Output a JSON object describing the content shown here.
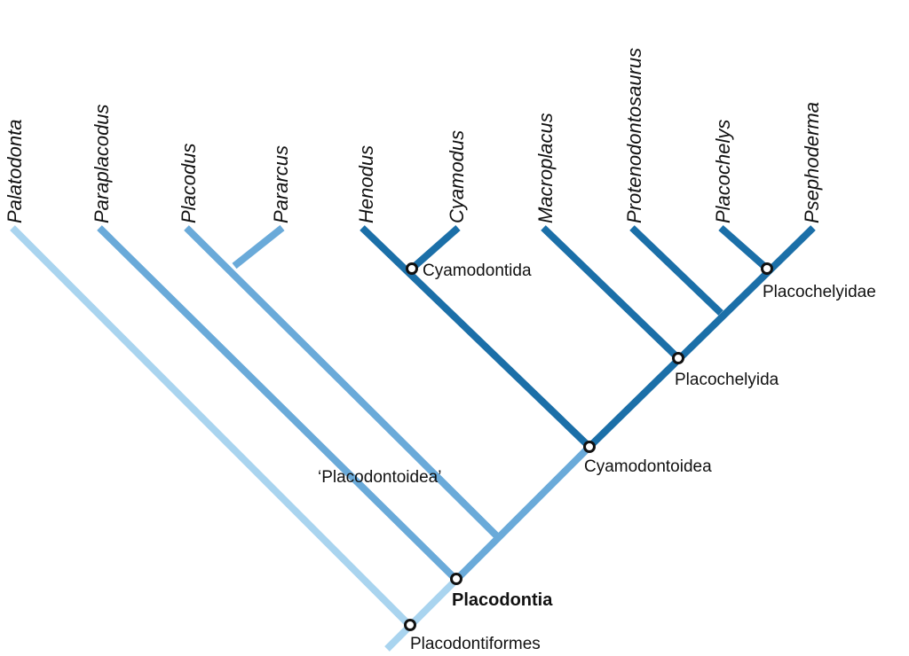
{
  "diagram": {
    "taxa": [
      {
        "id": "palatodonta",
        "label": "Palatodonta"
      },
      {
        "id": "paraplacodus",
        "label": "Paraplacodus"
      },
      {
        "id": "placodus",
        "label": "Placodus"
      },
      {
        "id": "pararcus",
        "label": "Pararcus"
      },
      {
        "id": "henodus",
        "label": "Henodus"
      },
      {
        "id": "cyamodus",
        "label": "Cyamodus"
      },
      {
        "id": "macroplacus",
        "label": "Macroplacus"
      },
      {
        "id": "protenodontosaurus",
        "label": "Protenodontosaurus"
      },
      {
        "id": "placochelys",
        "label": "Placochelys"
      },
      {
        "id": "psephoderma",
        "label": "Psephoderma"
      }
    ],
    "clades": {
      "placodontiformes": "Placodontiformes",
      "placodontia": "Placodontia",
      "placodontoidea": "‘Placodontoidea’",
      "cyamodontoidea": "Cyamodontoidea",
      "cyamodontida": "Cyamodontida",
      "placochelyida": "Placochelyida",
      "placochelyidae": "Placochelyidae"
    },
    "colors": {
      "basal": "#a9d4ef",
      "placodontoid": "#6aaad9",
      "cyamodontoid": "#1b6fa8",
      "node_outline": "#111111"
    }
  }
}
